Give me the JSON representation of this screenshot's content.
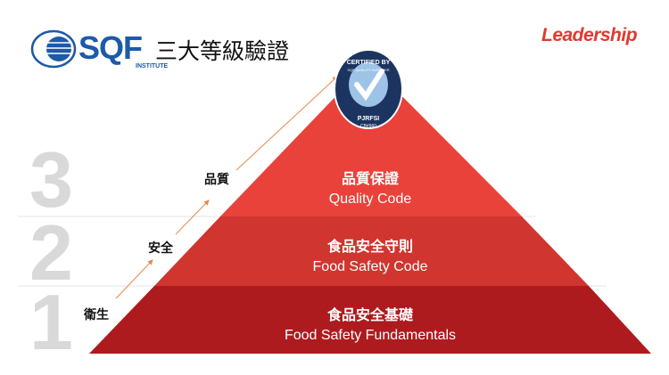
{
  "header": {
    "logo_text": "SQF",
    "logo_subtext": "INSTITUTE",
    "title": "三大等級驗證",
    "brand": "Leadership"
  },
  "badge": {
    "top_text": "CERTIFIED BY",
    "inner_text": "SQF QUALITY SUPPLIER",
    "bottom_text": "PJRFSI",
    "code": "CB#960"
  },
  "levels": [
    {
      "number": "3",
      "zh": "品質保證",
      "en": "Quality Code",
      "step_label": "品質",
      "color": "#e8423a"
    },
    {
      "number": "2",
      "zh": "食品安全守則",
      "en": "Food Safety Code",
      "step_label": "安全",
      "color": "#d0352f"
    },
    {
      "number": "1",
      "zh": "食品安全基礎",
      "en": "Food Safety Fundamentals",
      "step_label": "衛生",
      "color": "#ad1b1f"
    }
  ],
  "colors": {
    "arrow": "#e8884a",
    "number": "#d9d9d9",
    "divider": "#e6e6e6"
  }
}
